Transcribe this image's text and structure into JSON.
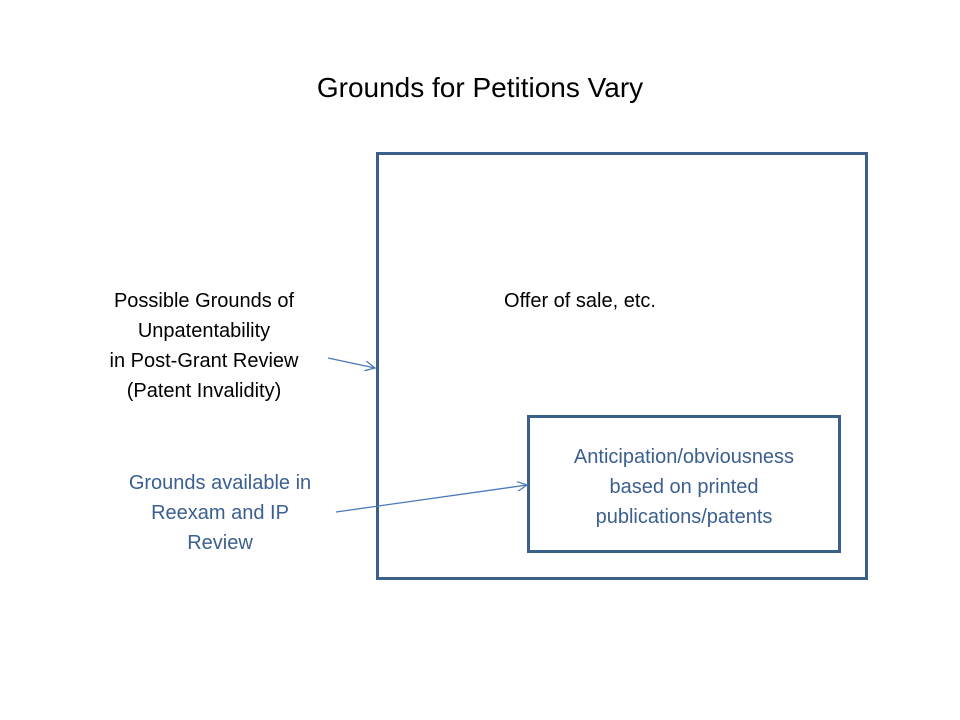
{
  "title": "Grounds for Petitions Vary",
  "outer_box": {
    "label": "Offer of sale, etc."
  },
  "inner_box": {
    "lines": [
      "Anticipation/obviousness",
      "based on printed",
      "publications/patents"
    ]
  },
  "left_label_1": {
    "lines": [
      "Possible Grounds of",
      "Unpatentability",
      "in Post-Grant Review",
      "(Patent Invalidity)"
    ]
  },
  "left_label_2": {
    "lines": [
      "Grounds available in",
      "Reexam and IP",
      "Review"
    ]
  },
  "colors": {
    "box_border": "#3a5f8a",
    "accent_text": "#3b5f8f",
    "arrow": "#4a7ab8"
  }
}
